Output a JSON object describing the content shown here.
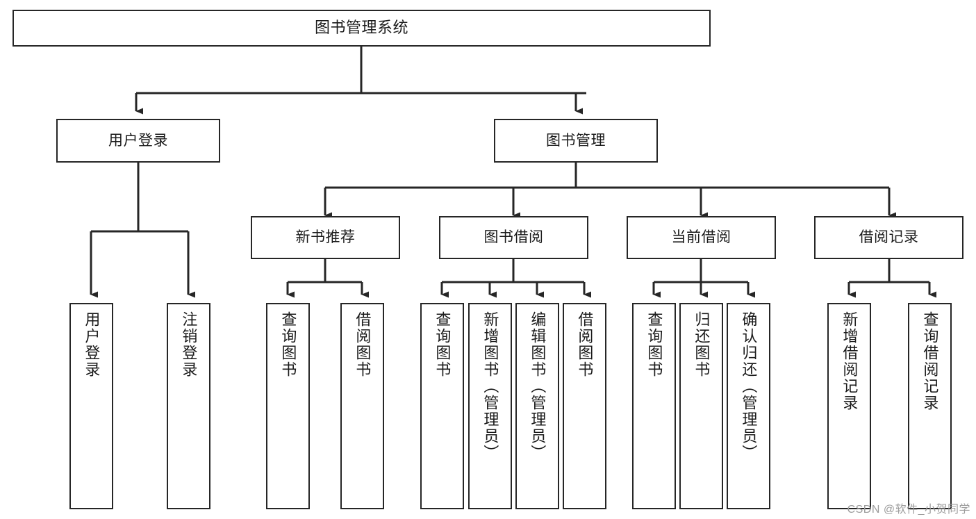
{
  "diagram": {
    "title": "图书管理系统",
    "type": "tree-hierarchy-chart",
    "line_color": "#262626",
    "box_fill": "#ffffff",
    "text_color": "#1b1b1b"
  },
  "nodes": {
    "root": {
      "label": "图书管理系统"
    },
    "level2": [
      {
        "label": "用户登录"
      },
      {
        "label": "图书管理"
      }
    ],
    "level3": [
      {
        "label": "新书推荐"
      },
      {
        "label": "图书借阅"
      },
      {
        "label": "当前借阅"
      },
      {
        "label": "借阅记录"
      }
    ],
    "leaves": {
      "user_login": [
        {
          "label": "用户登录"
        },
        {
          "label": "注销登录"
        }
      ],
      "new_book_recommend": [
        {
          "label": "查询图书"
        },
        {
          "label": "借阅图书"
        }
      ],
      "book_borrow": [
        {
          "label": "查询图书"
        },
        {
          "label": "新增图书（管理员）"
        },
        {
          "label": "编辑图书（管理员）"
        },
        {
          "label": "借阅图书"
        }
      ],
      "current_borrow": [
        {
          "label": "查询图书"
        },
        {
          "label": "归还图书"
        },
        {
          "label": "确认归还（管理员）"
        }
      ],
      "borrow_record": [
        {
          "label": "新增借阅记录"
        },
        {
          "label": "查询借阅记录"
        }
      ]
    }
  },
  "watermark": {
    "text": "CSDN @软件_小贺同学"
  }
}
